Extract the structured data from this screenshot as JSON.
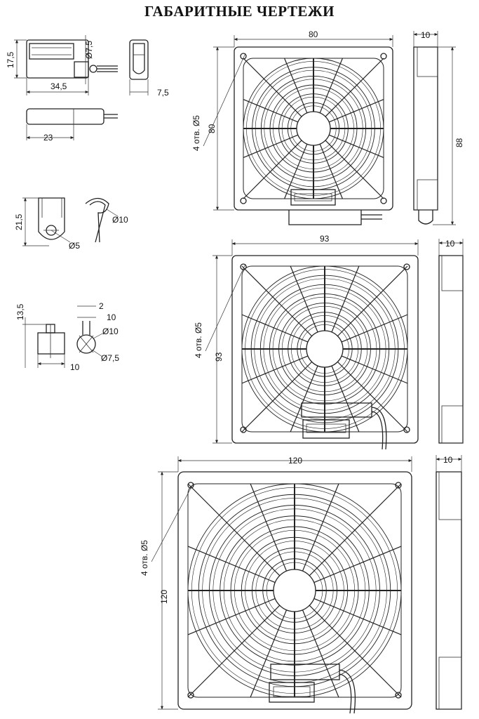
{
  "title": "ГАБАРИТНЫЕ ЧЕРТЕЖИ",
  "dims": {
    "d_17_5": "17,5",
    "d_7_5_dia": "Ø7,5",
    "d_34_5": "34,5",
    "d_7_5": "7,5",
    "d_23": "23",
    "d_21_5": "21,5",
    "d_5_dia": "Ø5",
    "d_10_dia": "Ø10",
    "d_13_5": "13,5",
    "d_2": "2",
    "d_10": "10",
    "d_10_dia_b": "Ø10",
    "d_7_5_dia_b": "Ø7,5",
    "d_10_b": "10"
  },
  "filters": [
    {
      "width_label": "80",
      "height_label": "80",
      "holes_label": "4 отв. Ø5",
      "depth_label": "10",
      "side_height_label": "88"
    },
    {
      "width_label": "93",
      "height_label": "93",
      "holes_label": "4 отв. Ø5",
      "depth_label": "10"
    },
    {
      "width_label": "120",
      "height_label": "120",
      "holes_label": "4 отв. Ø5",
      "depth_label": "10"
    }
  ]
}
